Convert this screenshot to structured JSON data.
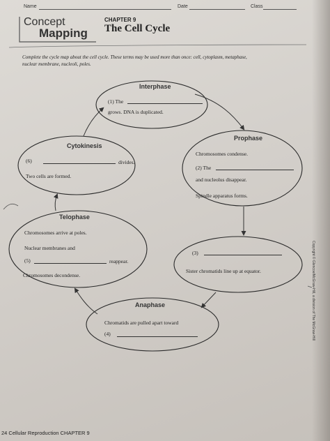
{
  "header": {
    "name_label": "Name",
    "date_label": "Date",
    "class_label": "Class"
  },
  "logo": {
    "line1": "Concept",
    "line2": "Mapping"
  },
  "chapter": {
    "label": "CHAPTER 9",
    "title": "The Cell Cycle"
  },
  "instructions": "Complete the cycle map about the cell cycle. These terms may be used more than once: cell, cytoplasm, metaphase, nuclear membrane, nucleoli, poles.",
  "nodes": {
    "interphase": {
      "label": "Interphase",
      "line1": "(1) The",
      "line2": "grows. DNA is duplicated."
    },
    "prophase": {
      "label": "Prophase",
      "line1": "Chromosomes condense.",
      "line2": "(2) The",
      "line3": "and nucleolus disappear.",
      "line4": "Spindle apparatus forms."
    },
    "metaphase": {
      "line1": "(3)",
      "line2": "Sister chromatids line up at equator."
    },
    "anaphase": {
      "label": "Anaphase",
      "line1": "Chromatids are pulled apart toward",
      "line2": "(4)"
    },
    "telophase": {
      "label": "Telophase",
      "line1": "Chromosomes arrive at poles.",
      "line2": "Nuclear membranes and",
      "line3": "(5)",
      "line3b": "reappear.",
      "line4": "Chromosomes decondense."
    },
    "cytokinesis": {
      "label": "Cytokinesis",
      "line1": "(6)",
      "line1b": "divides.",
      "line2": "Two cells are formed."
    }
  },
  "footer": "24  Cellular Reproduction  CHAPTER 9",
  "side_text": "Copyright © Glencoe/McGraw-Hill, a division of The McGraw-Hill"
}
